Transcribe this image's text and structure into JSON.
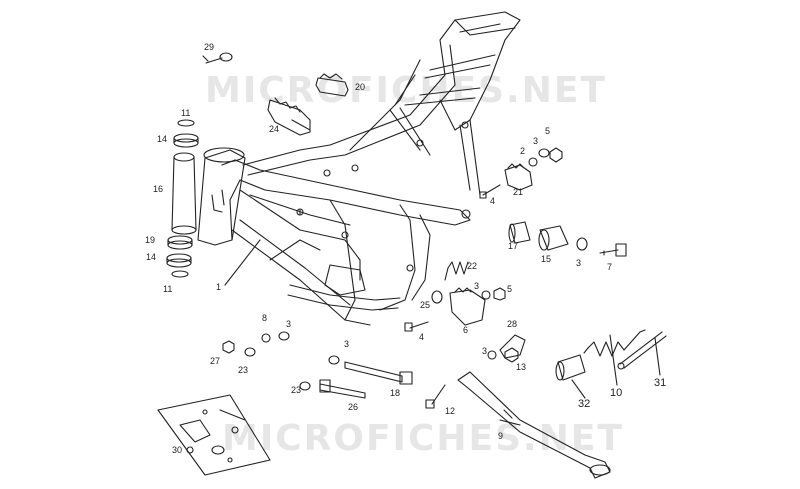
{
  "watermark": {
    "top": "MICROFICHES.NET",
    "bottom": "MICROFICHES.NET"
  },
  "callouts": {
    "c1": "1",
    "c2": "2",
    "c3a": "3",
    "c3b": "3",
    "c3c": "3",
    "c3d": "3",
    "c3e": "3",
    "c3f": "3",
    "c4a": "4",
    "c4b": "4",
    "c5a": "5",
    "c5b": "5",
    "c6": "6",
    "c7": "7",
    "c8": "8",
    "c9": "9",
    "c10": "10",
    "c11a": "11",
    "c11b": "11",
    "c12": "12",
    "c13": "13",
    "c14a": "14",
    "c14b": "14",
    "c15": "15",
    "c16": "16",
    "c17": "17",
    "c18": "18",
    "c19": "19",
    "c20": "20",
    "c21": "21",
    "c22": "22",
    "c23a": "23",
    "c23b": "23",
    "c24": "24",
    "c25": "25",
    "c26": "26",
    "c27": "27",
    "c28": "28",
    "c29": "29",
    "c30": "30",
    "c31": "31",
    "c32": "32"
  }
}
